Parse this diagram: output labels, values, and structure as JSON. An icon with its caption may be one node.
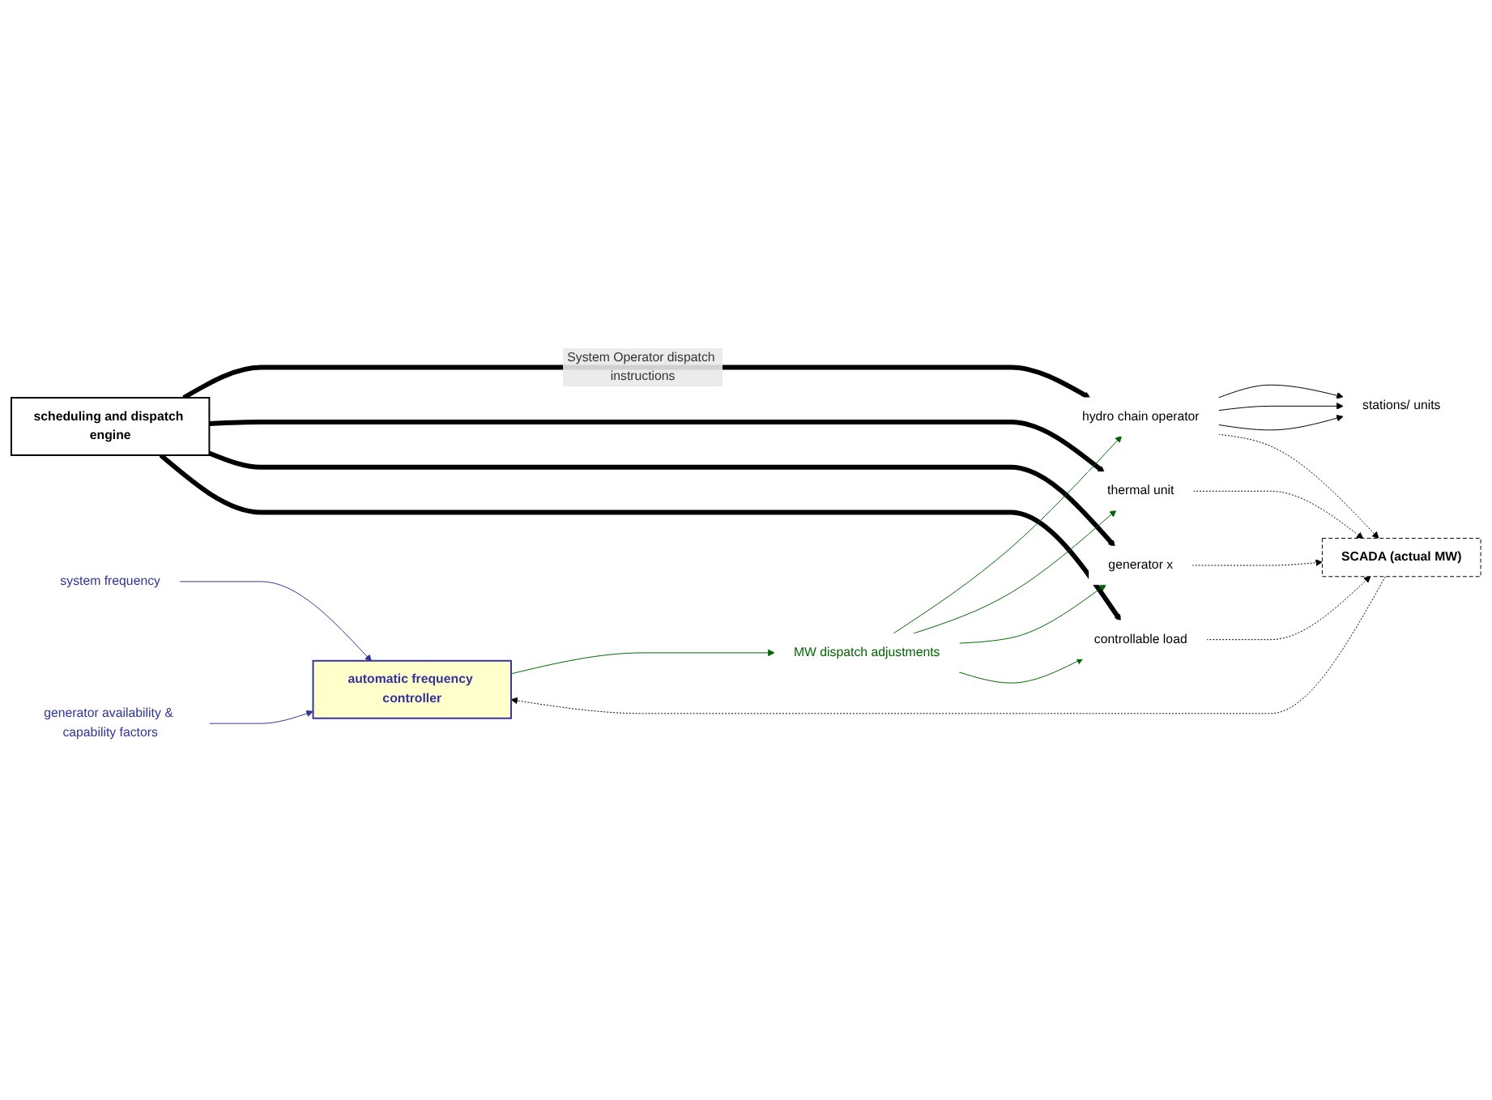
{
  "diagram": {
    "nodes": [
      {
        "text": [
          "scheduling and dispatch engine"
        ]
      },
      {
        "text": [
          "stations/ units"
        ]
      },
      {
        "text": [
          "hydro chain operator"
        ]
      },
      {
        "text": [
          "thermal unit"
        ]
      },
      {
        "text": [
          "generator x"
        ]
      },
      {
        "text": [
          "controllable load"
        ]
      },
      {
        "text": [
          "SCADA (actual MW)"
        ]
      },
      {
        "text": [
          "automatic frequency controller"
        ]
      },
      {
        "text": [
          "MW dispatch adjustments"
        ]
      },
      {
        "text": [
          "system frequency"
        ]
      },
      {
        "text": [
          "generator availability & capability factors"
        ]
      }
    ],
    "edges": [
      {
        "from": 0,
        "to": 2,
        "arrow": "to",
        "style": "thick",
        "label": "System Operator dispatch instructions"
      },
      {
        "from": 0,
        "to": 3,
        "arrow": "to",
        "style": "thick"
      },
      {
        "from": 0,
        "to": 4,
        "arrow": "to",
        "style": "thick"
      },
      {
        "from": 0,
        "to": 5,
        "arrow": "to",
        "style": "thick"
      },
      {
        "from": 2,
        "to": 1,
        "arrow": "to"
      },
      {
        "from": 2,
        "to": 1,
        "arrow": "to"
      },
      {
        "from": 2,
        "to": 1,
        "arrow": "to"
      },
      {
        "from": 2,
        "to": 6,
        "arrow": "to",
        "style": "dashed"
      },
      {
        "from": 3,
        "to": 6,
        "arrow": "to",
        "style": "dashed"
      },
      {
        "from": 4,
        "to": 6,
        "arrow": "to",
        "style": "dashed"
      },
      {
        "from": 5,
        "to": 6,
        "arrow": "to",
        "style": "dashed"
      },
      {
        "from": 6,
        "to": 7,
        "arrow": "to",
        "style": "dashed"
      },
      {
        "from": 7,
        "to": 8,
        "arrow": "to",
        "color": "#006600"
      },
      {
        "from": 8,
        "to": 2,
        "arrow": "to",
        "color": "#006600"
      },
      {
        "from": 8,
        "to": 3,
        "arrow": "to",
        "color": "#006600"
      },
      {
        "from": 8,
        "to": 4,
        "arrow": "to",
        "color": "#006600"
      },
      {
        "from": 8,
        "to": 5,
        "arrow": "to",
        "color": "#006600"
      },
      {
        "from": 9,
        "to": 7,
        "arrow": "to",
        "color": "#333399"
      },
      {
        "from": 10,
        "to": 7,
        "arrow": "to",
        "color": "#333399"
      }
    ]
  }
}
